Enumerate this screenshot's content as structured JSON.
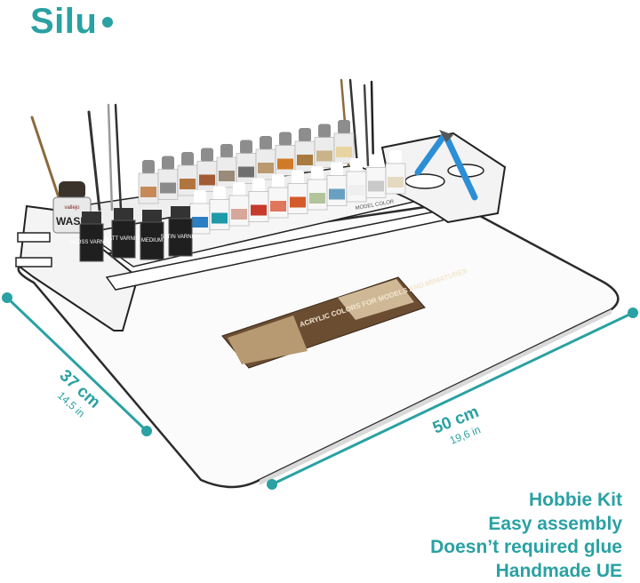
{
  "brand": {
    "name": "Silu",
    "color": "#2aa1a3"
  },
  "dimensions": {
    "depth": {
      "metric": "37 cm",
      "imperial": "14,5 in"
    },
    "width": {
      "metric": "50 cm",
      "imperial": "19,6 in"
    }
  },
  "features": [
    "Hobbie Kit",
    "Easy assembly",
    "Doesn’t required glue",
    "Handmade UE"
  ],
  "product": {
    "booklet_title": "ACRYLIC COLORS FOR MODELS AND MINIATURES",
    "labels": [
      "vallejo",
      "WASH",
      "GLOSS VARNISH",
      "MATT VARNISH",
      "SATIN VARNISH",
      "MEDIUM",
      "MODEL COLOR"
    ]
  }
}
